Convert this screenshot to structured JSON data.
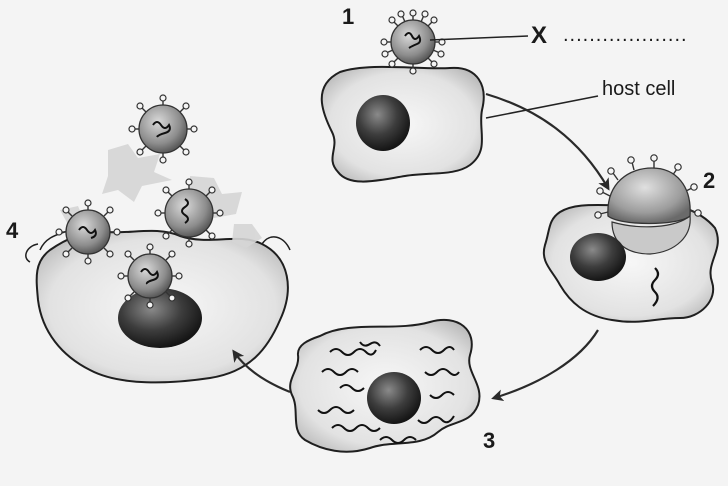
{
  "labels": {
    "stage_1": "1",
    "stage_2": "2",
    "stage_3": "3",
    "stage_4": "4",
    "x_marker": "X",
    "x_blank": "...................",
    "host_cell": "host cell"
  },
  "colors": {
    "background": "#f4f4f4",
    "cell_fill": "#e4e4e4",
    "outline": "#1f1f1f",
    "nucleus": "#3a3a3a",
    "virus": "#9a9a9a"
  }
}
